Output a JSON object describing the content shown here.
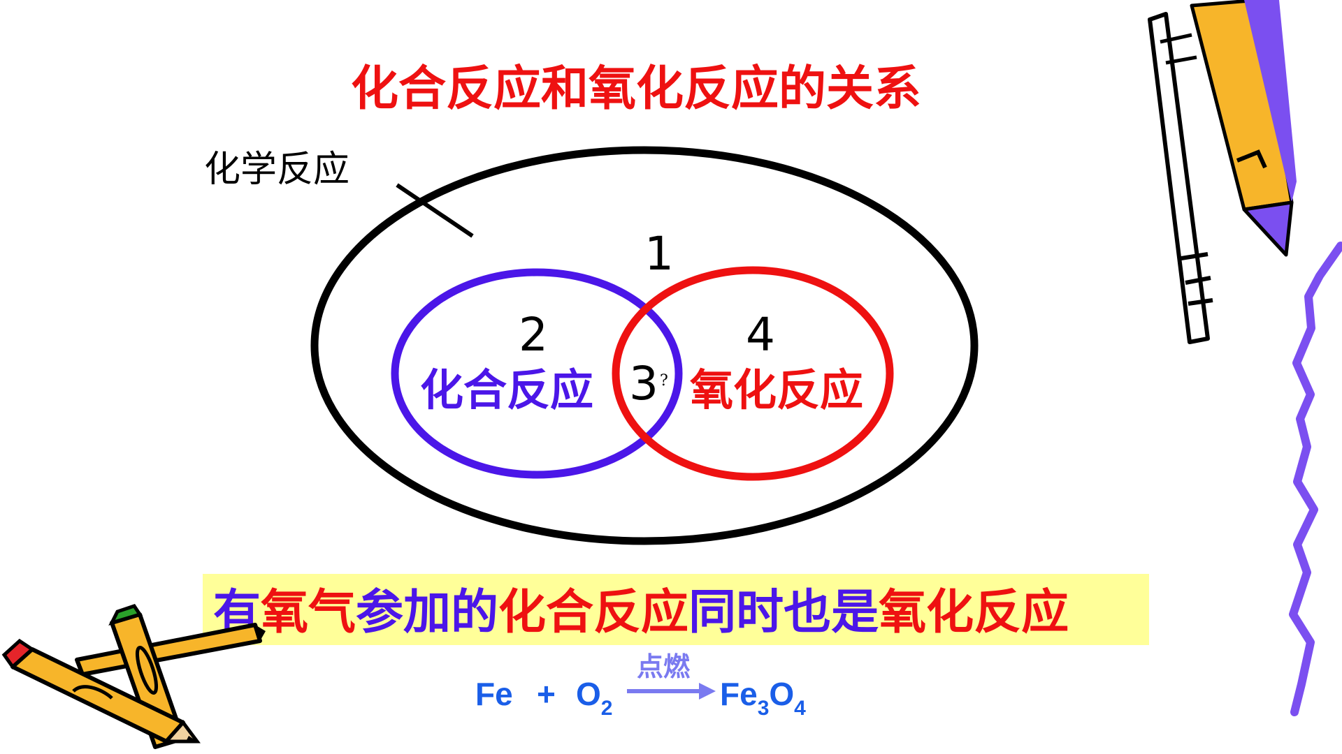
{
  "title": "化合反应和氧化反应的关系",
  "outer_set": {
    "label": "化学反应",
    "region_number": "1"
  },
  "combination_set": {
    "label": "化合反应",
    "region_number": "2"
  },
  "oxidation_set": {
    "label": "氧化反应",
    "region_number": "4"
  },
  "intersection": {
    "region_number": "3",
    "marker": "?"
  },
  "statement": {
    "parts": [
      {
        "text": "有",
        "color": "#4b16e8"
      },
      {
        "text": "氧气",
        "color": "#ee1111"
      },
      {
        "text": "参加的",
        "color": "#4b16e8"
      },
      {
        "text": "化合反应",
        "color": "#ee1111"
      },
      {
        "text": "同时也是",
        "color": "#4b16e8"
      },
      {
        "text": "氧化反应",
        "color": "#ee1111"
      }
    ],
    "highlight_color": "#ffff99"
  },
  "equation": {
    "reactant_1": "Fe",
    "plus": "+",
    "reactant_2": "O",
    "reactant_2_sub": "2",
    "condition": "点燃",
    "product_p1": "Fe",
    "product_sub1": "3",
    "product_p2": "O",
    "product_sub2": "4"
  },
  "colors": {
    "title": "#ee1111",
    "outer_ring": "#000000",
    "combination_ring": "#4b16e8",
    "oxidation_ring": "#ee1111",
    "equation": "#1a5ee8",
    "condition": "#7a7af0"
  },
  "decorations": [
    "pencil-icon",
    "pen-icon",
    "squiggle-line"
  ]
}
